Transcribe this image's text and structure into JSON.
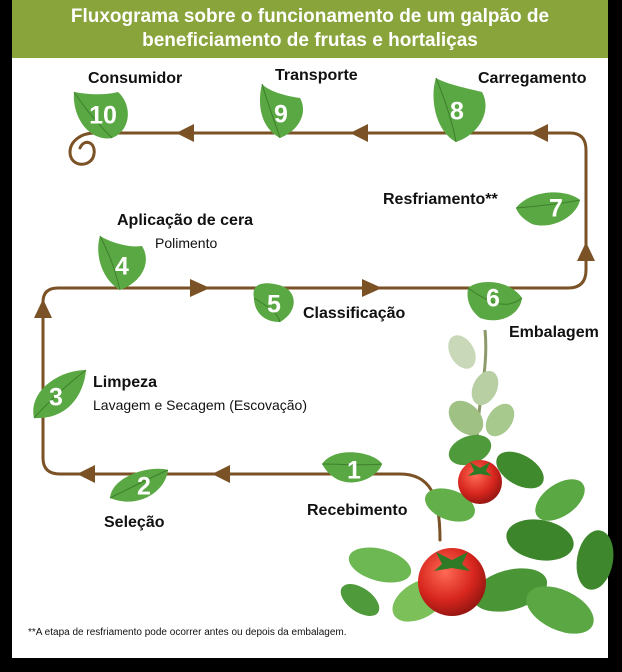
{
  "title": {
    "line1": "Fluxograma sobre o funcionamento de um galpão de",
    "line2": "beneficiamento de frutas e hortaliças"
  },
  "steps": [
    {
      "number": "1",
      "label": "Recebimento"
    },
    {
      "number": "2",
      "label": "Seleção"
    },
    {
      "number": "3",
      "label": "Limpeza",
      "sublabel": "Lavagem e Secagem (Escovação)"
    },
    {
      "number": "4",
      "label": "Aplicação de cera",
      "sublabel": "Polimento"
    },
    {
      "number": "5",
      "label": "Classificação"
    },
    {
      "number": "6",
      "label": "Embalagem"
    },
    {
      "number": "7",
      "label": "Resfriamento**"
    },
    {
      "number": "8",
      "label": "Carregamento"
    },
    {
      "number": "9",
      "label": "Transporte"
    },
    {
      "number": "10",
      "label": "Consumidor"
    }
  ],
  "footnote": "**A etapa de resfriamento pode ocorrer antes ou depois da embalagem.",
  "colors": {
    "header": "#8aa43c",
    "path": "#7a5226",
    "leaf": "#4f9a3a",
    "leaf_light": "#7cc05a",
    "tomato": "#d7261e"
  }
}
